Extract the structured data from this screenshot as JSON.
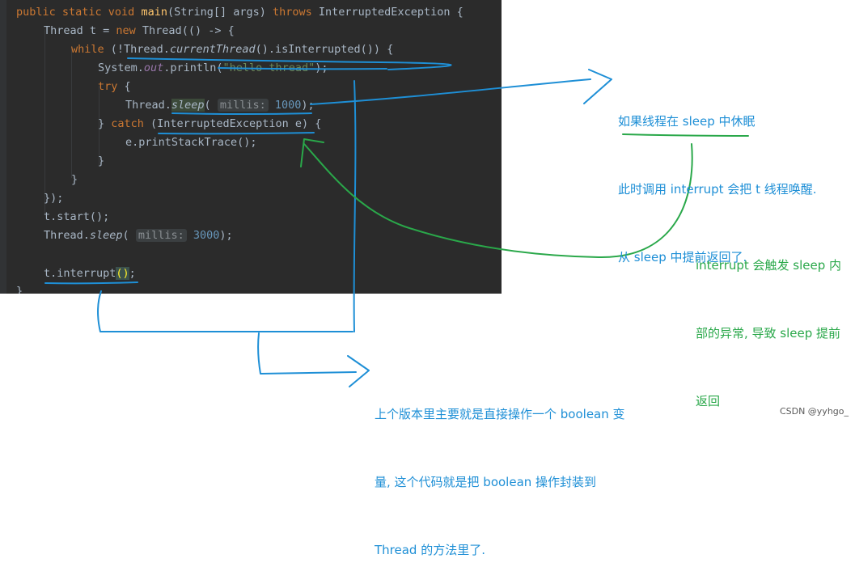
{
  "code": {
    "line1": {
      "kw1": "public static void ",
      "method": "main",
      "rest": "(String[] args) ",
      "kw2": "throws ",
      "rest2": "InterruptedException {"
    },
    "line2": {
      "a": "Thread t = ",
      "kw": "new ",
      "b": "Thread(() -> {"
    },
    "line3": {
      "kw": "while ",
      "a": "(!Thread.",
      "call": "currentThread",
      "b": "().isInterrupted()) {"
    },
    "line4": {
      "a": "System.",
      "field": "out",
      "b": ".println(",
      "str": "\"hello thread\"",
      "c": ");"
    },
    "line5": {
      "kw": "try ",
      "a": "{"
    },
    "line6": {
      "a": "Thread.",
      "call": "sleep",
      "b": "( ",
      "hint": "millis:",
      "num": " 1000",
      "c": ");"
    },
    "line7": {
      "a": "} ",
      "kw": "catch ",
      "b": "(InterruptedException e) {"
    },
    "line8": {
      "a": "e.printStackTrace();"
    },
    "line9": {
      "a": "}"
    },
    "line10": {
      "a": "}"
    },
    "line11": {
      "a": "});"
    },
    "line12": {
      "a": "t.start();"
    },
    "line13": {
      "a": "Thread.",
      "call": "sleep",
      "b": "( ",
      "hint": "millis:",
      "num": " 3000",
      "c": ");"
    },
    "line14": {
      "a": "t.interrupt",
      "p": "()",
      "c": ";"
    },
    "line15": {
      "a": "}"
    }
  },
  "notes": {
    "top": [
      "如果线程在 sleep 中休眠",
      "此时调用 interrupt 会把 t 线程唤醒.",
      "从 sleep 中提前返回了."
    ],
    "middle": [
      "interrupt 会触发 sleep 内",
      "部的异常, 导致 sleep 提前",
      "返回"
    ],
    "bottom": [
      "上个版本里主要就是直接操作一个 boolean 变",
      "量, 这个代码就是把 boolean 操作封装到",
      "Thread 的方法里了."
    ]
  },
  "watermark": "CSDN @yyhgo_",
  "colors": {
    "blue_annotation": "#1e8fd6",
    "green_annotation": "#2aa84a",
    "editor_bg": "#2b2b2b"
  }
}
